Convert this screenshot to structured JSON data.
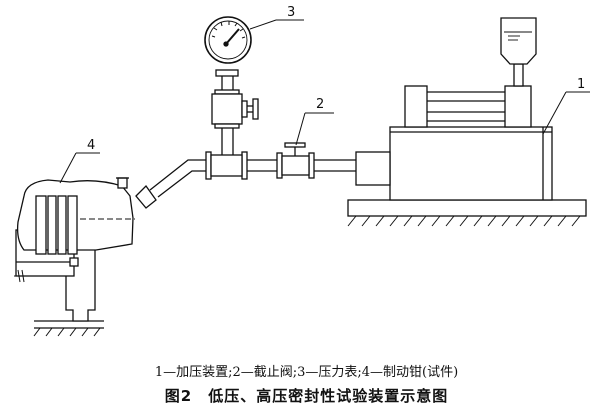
{
  "callouts": {
    "c1": "1",
    "c2": "2",
    "c3": "3",
    "c4": "4"
  },
  "legend": "1—加压装置;2—截止阀;3—压力表;4—制动钳(试件)",
  "caption": "图2　低压、高压密封性试验装置示意图"
}
